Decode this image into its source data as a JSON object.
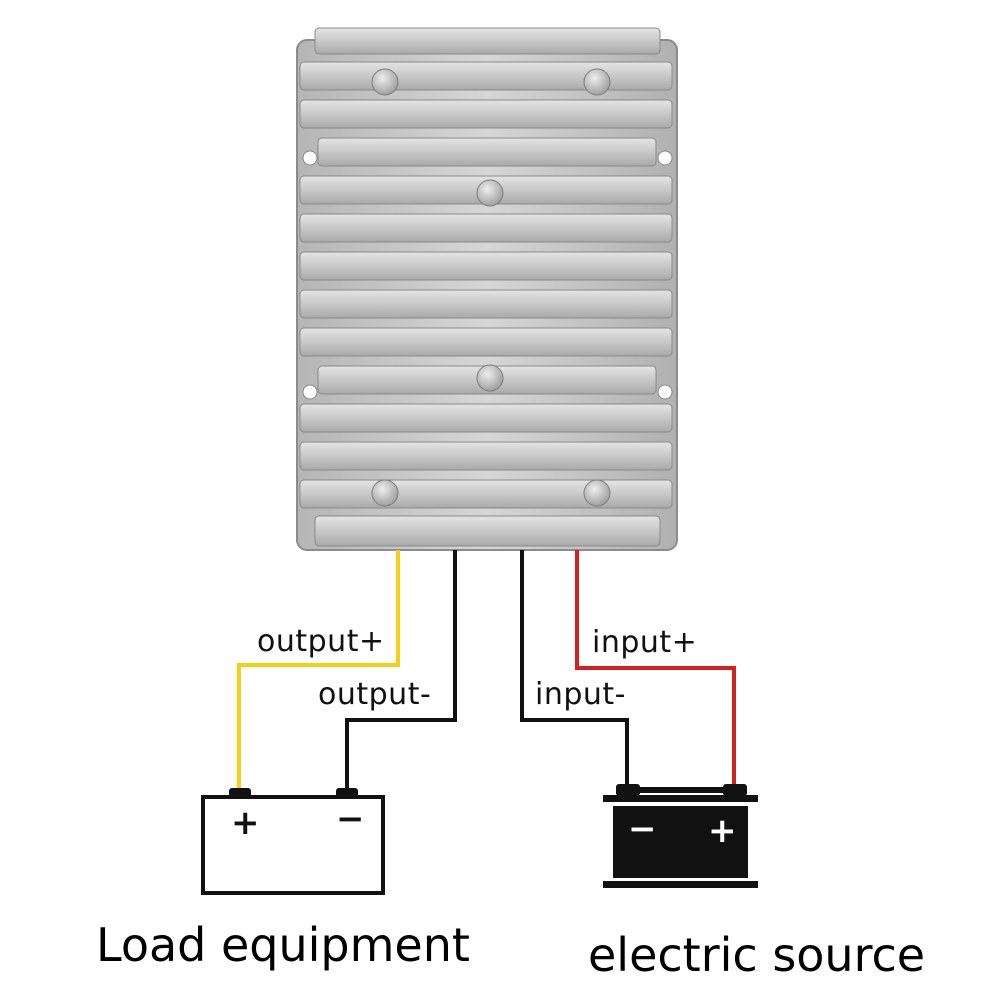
{
  "labels": {
    "output_plus": "output+",
    "output_minus": "output-",
    "input_plus": "input+",
    "input_minus": "input-"
  },
  "load": {
    "caption": "Load equipment",
    "plus": "+",
    "minus": "−"
  },
  "source": {
    "caption": "electric source",
    "minus": "−",
    "plus": "+"
  },
  "colors": {
    "output_plus_wire": "#f5d016",
    "input_plus_wire": "#d61f1f",
    "negative_wire": "#111111",
    "heatsink": "#c9c9c9"
  }
}
